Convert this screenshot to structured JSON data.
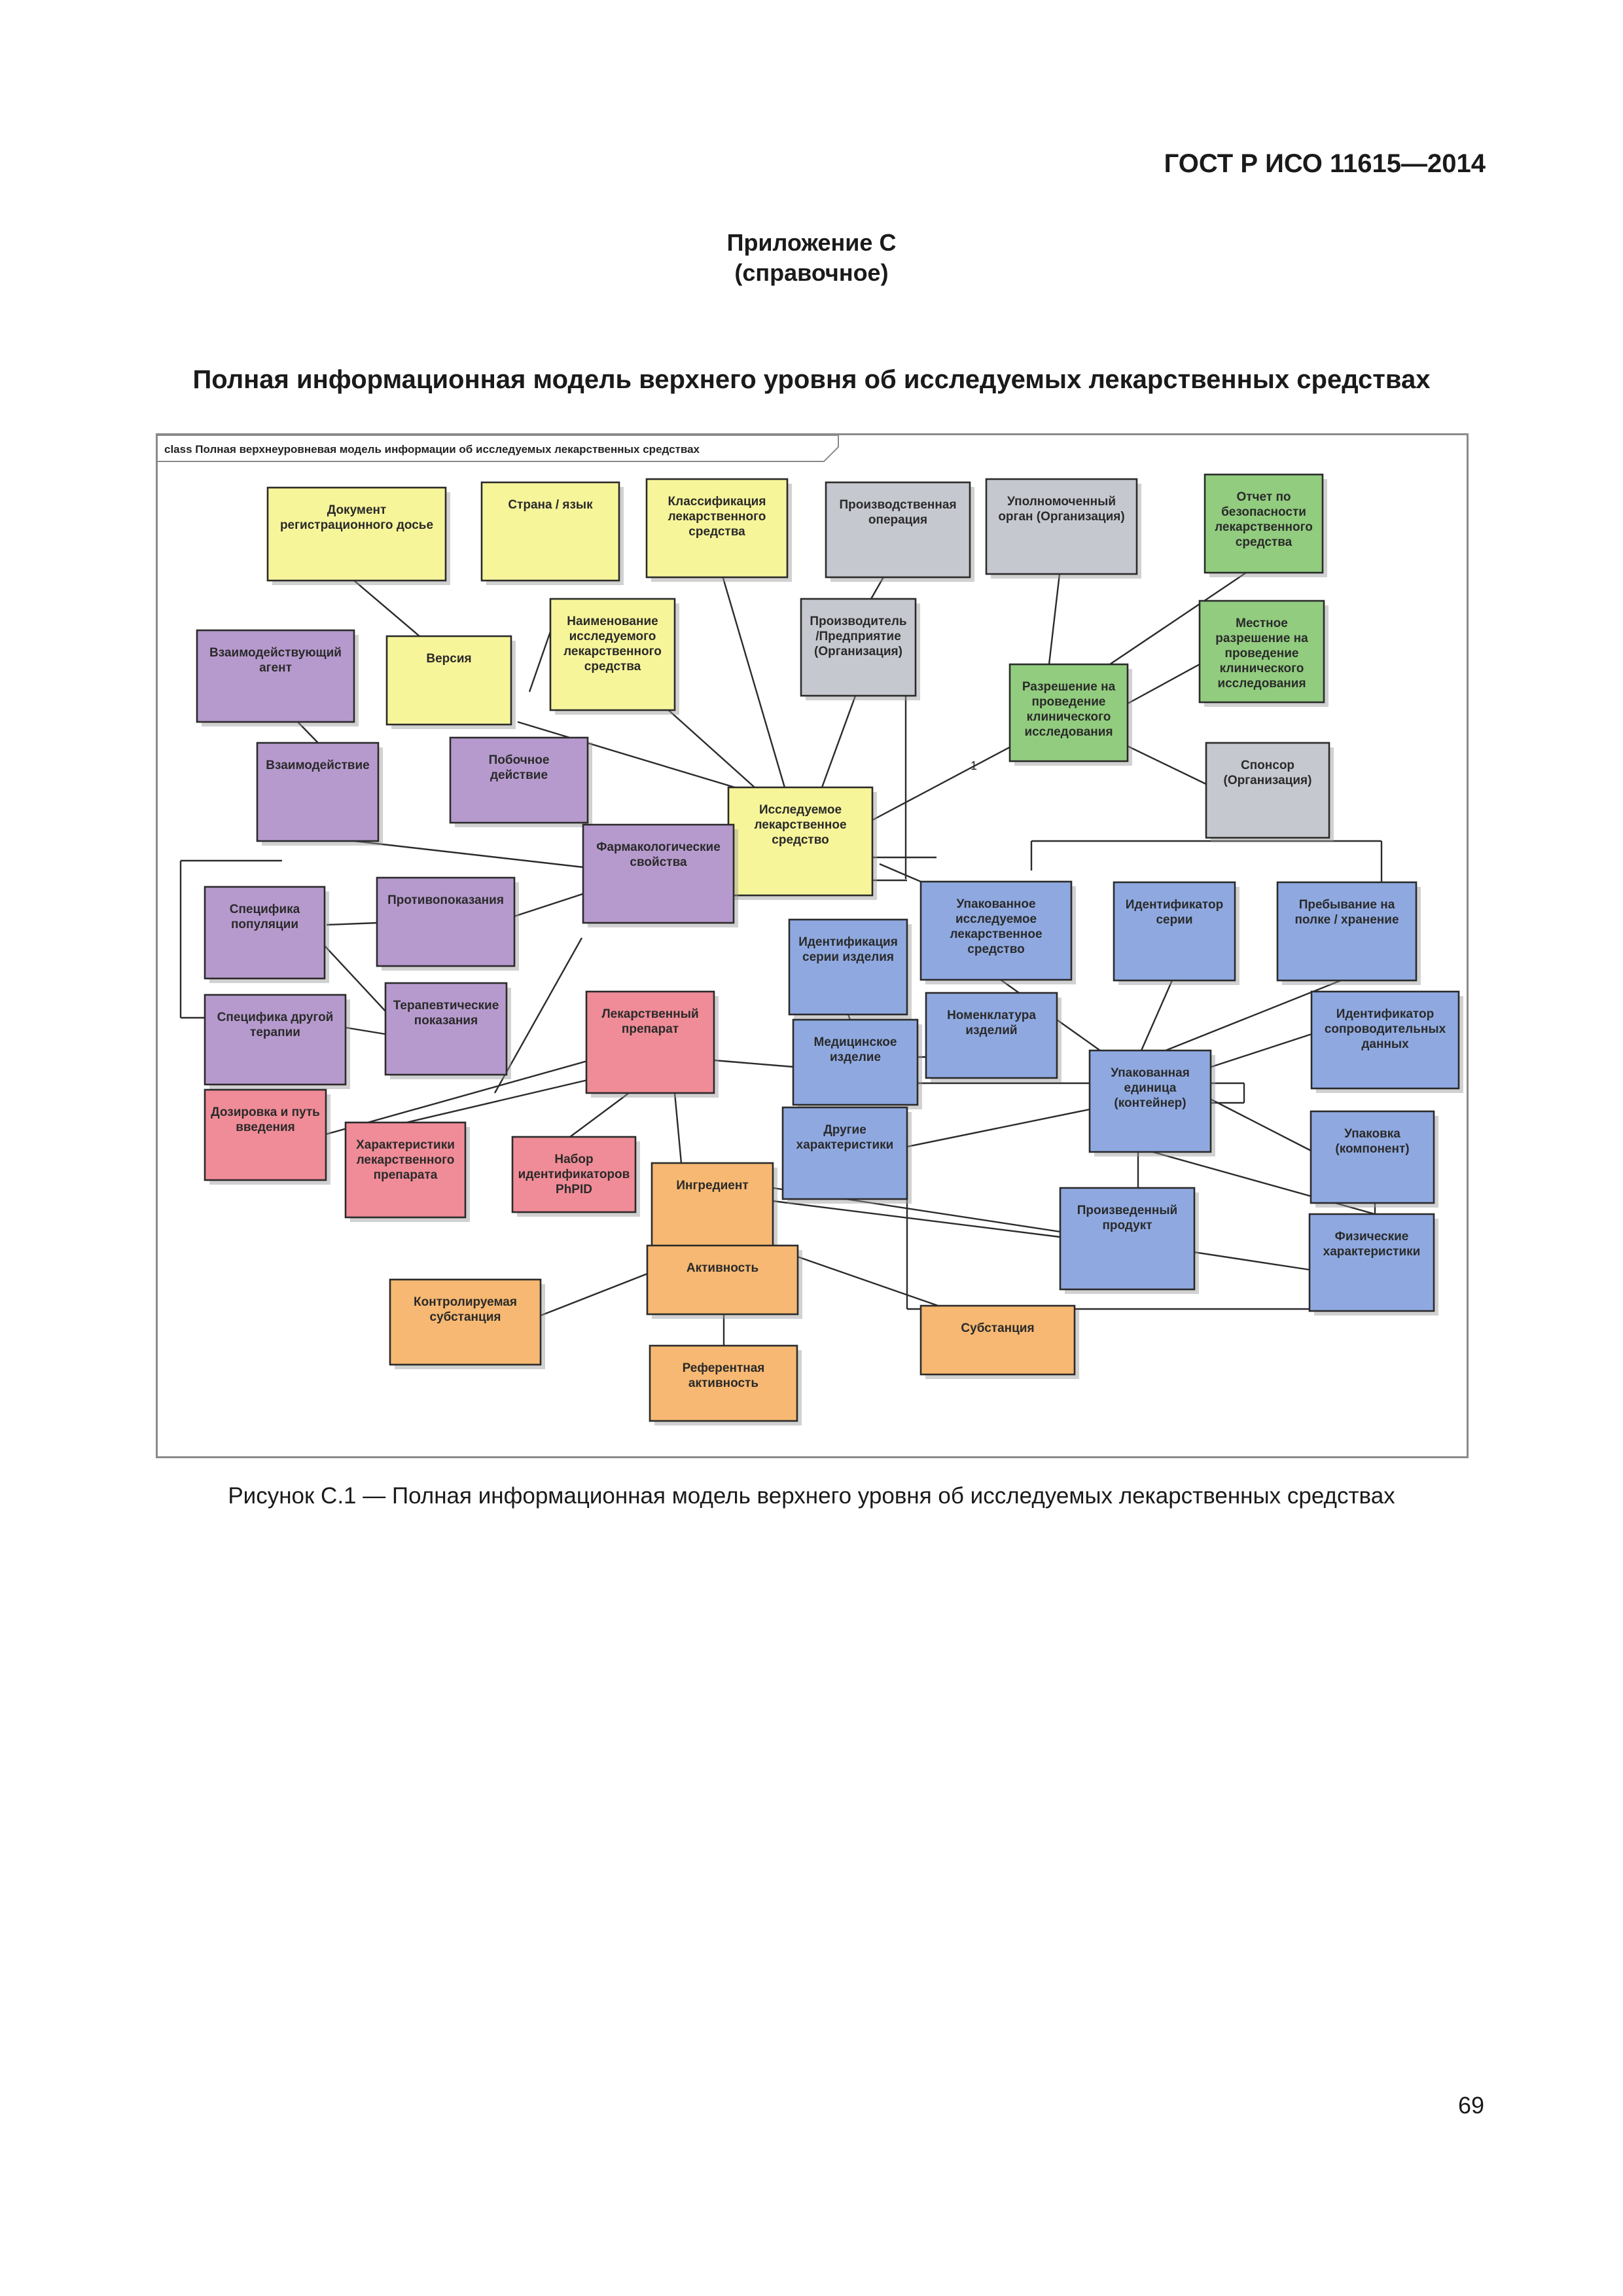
{
  "header": {
    "standard": "ГОСТ Р ИСО 11615—2014"
  },
  "annex": {
    "line1": "Приложение С",
    "line2": "(справочное)"
  },
  "title": "Полная информационная модель верхнего уровня об исследуемых лекарственных средствах",
  "diagram": {
    "frame_label": "class Полная верхнеуровневая модель информации об исследуемых лекарственных средствах",
    "multiplicity": "1",
    "colors": {
      "yellow": "#f7f59a",
      "gray": "#c6c8cf",
      "green": "#92cc7f",
      "purple": "#b69acd",
      "red": "#ef8c97",
      "blue": "#8fa9e0",
      "orange": "#f6b872",
      "border": "#2b2b2b",
      "line": "#2b2b2b"
    }
  },
  "boxes": [
    {
      "id": "doc",
      "color": "yellow",
      "lines": [
        "Документ",
        "регистрационного досье"
      ]
    },
    {
      "id": "country",
      "color": "yellow",
      "lines": [
        "Страна / язык"
      ]
    },
    {
      "id": "classif",
      "color": "yellow",
      "lines": [
        "Классификация",
        "лекарственного",
        "средства"
      ]
    },
    {
      "id": "version",
      "color": "yellow",
      "lines": [
        "Версия"
      ]
    },
    {
      "id": "name",
      "color": "yellow",
      "lines": [
        "Наименование",
        "исследуемого",
        "лекарственного",
        "средства"
      ]
    },
    {
      "id": "investig",
      "color": "yellow",
      "lines": [
        "Исследуемое",
        "лекарственное",
        "средство"
      ]
    },
    {
      "id": "prodop",
      "color": "gray",
      "lines": [
        "Производственная",
        "операция"
      ]
    },
    {
      "id": "authorg",
      "color": "gray",
      "lines": [
        "Уполномоченный",
        "орган (Организация)"
      ]
    },
    {
      "id": "manuf",
      "color": "gray",
      "lines": [
        "Производитель",
        "/Предприятие",
        "(Организация)"
      ]
    },
    {
      "id": "sponsor",
      "color": "gray",
      "lines": [
        "Спонсор",
        "(Организация)"
      ]
    },
    {
      "id": "safety",
      "color": "green",
      "lines": [
        "Отчет по",
        "безопасности",
        "лекарственного",
        "средства"
      ]
    },
    {
      "id": "localauth",
      "color": "green",
      "lines": [
        "Местное",
        "разрешение на",
        "проведение",
        "клинического",
        "исследования"
      ]
    },
    {
      "id": "ctauth",
      "color": "green",
      "lines": [
        "Разрешение на",
        "проведение",
        "клинического",
        "исследования"
      ]
    },
    {
      "id": "agent",
      "color": "purple",
      "lines": [
        "Взаимодействующий",
        "агент"
      ]
    },
    {
      "id": "interact",
      "color": "purple",
      "lines": [
        "Взаимодействие"
      ]
    },
    {
      "id": "adverse",
      "color": "purple",
      "lines": [
        "Побочное",
        "действие"
      ]
    },
    {
      "id": "pharm",
      "color": "purple",
      "lines": [
        "Фармакологические",
        "свойства"
      ]
    },
    {
      "id": "popspec",
      "color": "purple",
      "lines": [
        "Специфика",
        "популяции"
      ]
    },
    {
      "id": "contra",
      "color": "purple",
      "lines": [
        "Противопоказания"
      ]
    },
    {
      "id": "othertherapy",
      "color": "purple",
      "lines": [
        "Специфика другой",
        "терапии"
      ]
    },
    {
      "id": "indic",
      "color": "purple",
      "lines": [
        "Терапевтические",
        "показания"
      ]
    },
    {
      "id": "medprod",
      "color": "red",
      "lines": [
        "Лекарственный",
        "препарат"
      ]
    },
    {
      "id": "dosage",
      "color": "red",
      "lines": [
        "Дозировка и путь",
        "введения"
      ]
    },
    {
      "id": "charprep",
      "color": "red",
      "lines": [
        "Характеристики",
        "лекарственного",
        "препарата"
      ]
    },
    {
      "id": "phpid",
      "color": "red",
      "lines": [
        "Набор",
        "идентификаторов",
        "PhPID"
      ]
    },
    {
      "id": "batchdev",
      "color": "blue",
      "lines": [
        "Идентификация",
        "серии изделия"
      ]
    },
    {
      "id": "packinv",
      "color": "blue",
      "lines": [
        "Упакованное",
        "исследуемое",
        "лекарственное",
        "средство"
      ]
    },
    {
      "id": "batchid",
      "color": "blue",
      "lines": [
        "Идентификатор",
        "серии"
      ]
    },
    {
      "id": "shelf",
      "color": "blue",
      "lines": [
        "Пребывание на",
        "полке / хранение"
      ]
    },
    {
      "id": "device",
      "color": "blue",
      "lines": [
        "Медицинское",
        "изделие"
      ]
    },
    {
      "id": "nomencl",
      "color": "blue",
      "lines": [
        "Номенклатура",
        "изделий"
      ]
    },
    {
      "id": "accomp",
      "color": "blue",
      "lines": [
        "Идентификатор",
        "сопроводительных",
        "данных"
      ]
    },
    {
      "id": "packunit",
      "color": "blue",
      "lines": [
        "Упакованная",
        "единица",
        "(контейнер)"
      ]
    },
    {
      "id": "otherchar",
      "color": "blue",
      "lines": [
        "Другие",
        "характеристики"
      ]
    },
    {
      "id": "packcomp",
      "color": "blue",
      "lines": [
        "Упаковка",
        "(компонент)"
      ]
    },
    {
      "id": "manprod",
      "color": "blue",
      "lines": [
        "Произведенный",
        "продукт"
      ]
    },
    {
      "id": "physchar",
      "color": "blue",
      "lines": [
        "Физические",
        "характеристики"
      ]
    },
    {
      "id": "ingred",
      "color": "orange",
      "lines": [
        "Ингредиент"
      ]
    },
    {
      "id": "activity",
      "color": "orange",
      "lines": [
        "Активность"
      ]
    },
    {
      "id": "controlled",
      "color": "orange",
      "lines": [
        "Контролируемая",
        "субстанция"
      ]
    },
    {
      "id": "substance",
      "color": "orange",
      "lines": [
        "Субстанция"
      ]
    },
    {
      "id": "refact",
      "color": "orange",
      "lines": [
        "Референтная",
        "активность"
      ]
    }
  ],
  "caption": "Рисунок С.1 — Полная информационная модель верхнего уровня об исследуемых лекарственных средствах",
  "page_number": "69"
}
